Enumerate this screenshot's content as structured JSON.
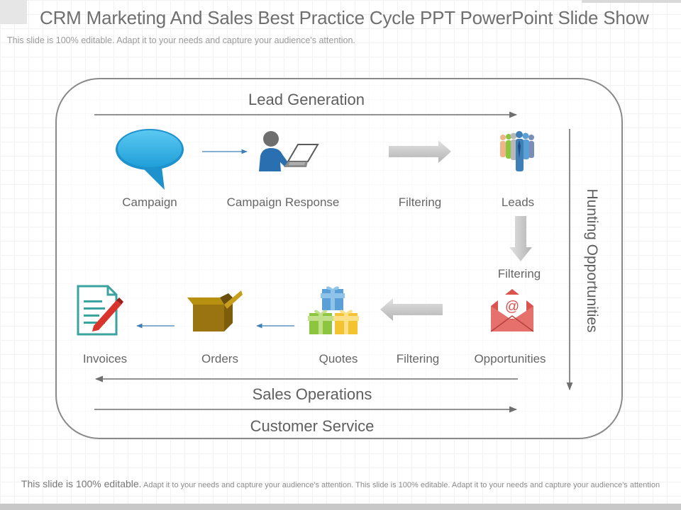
{
  "header": {
    "title": "CRM Marketing And Sales Best Practice Cycle PPT PowerPoint Slide Show",
    "subtitle": "This slide is 100% editable. Adapt it to your needs and capture your audience's attention."
  },
  "cycle": {
    "lead_generation": "Lead Generation",
    "hunting_opportunities": "Hunting Opportunities",
    "sales_operations": "Sales Operations",
    "customer_service": "Customer Service",
    "top_row": {
      "campaign": "Campaign",
      "campaign_response": "Campaign Response",
      "filtering": "Filtering",
      "leads": "Leads"
    },
    "side_filtering": "Filtering",
    "bottom_row": {
      "opportunities": "Opportunities",
      "filtering": "Filtering",
      "quotes": "Quotes",
      "orders": "Orders",
      "invoices": "Invoices"
    },
    "icons": {
      "campaign": "speech-bubble-icon",
      "campaign_response": "person-laptop-icon",
      "leads": "people-group-icon",
      "opportunities": "email-envelope-icon",
      "quotes": "gift-boxes-icon",
      "orders": "open-box-icon",
      "invoices": "document-pen-icon"
    },
    "colors": {
      "speech_bubble": "#33b5e8",
      "person": "#2a6fb0",
      "envelope": "#d9534f",
      "box": "#9a7410",
      "arrow": "#c3c3c3"
    }
  },
  "footer": {
    "lead": "This slide is 100% editable.",
    "text": "Adapt it to your needs and capture your audience's attention. This slide is 100% editable. Adapt it to your needs and capture your audience's attention"
  }
}
